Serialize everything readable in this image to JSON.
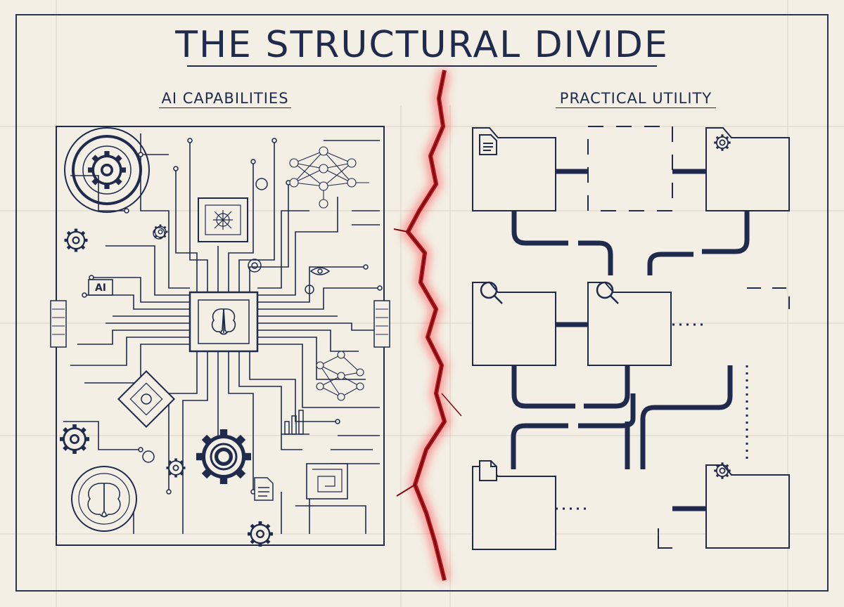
{
  "title": "THE STRUCTURAL DIVIDE",
  "left_heading": "AI CAPABILITIES",
  "right_heading": "PRACTICAL UTILITY",
  "chip_label": "AI",
  "colors": {
    "ink": "#1f2a4d",
    "paper": "#f3efe5",
    "crack": "#b3121a",
    "glow": "#ff3b3b"
  },
  "icons": [
    "gear-icon",
    "brain-icon",
    "neural-network-icon",
    "document-icon",
    "magnifier-icon",
    "bar-chart-icon",
    "eye-icon",
    "folder-icon"
  ]
}
